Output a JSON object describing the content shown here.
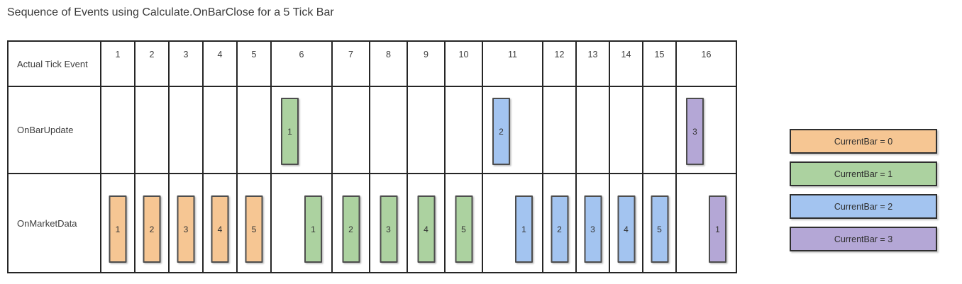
{
  "title": "Sequence of Events using Calculate.OnBarClose for a 5 Tick Bar",
  "colors": {
    "bar0": "#F6C693",
    "bar1": "#ACD2A0",
    "bar2": "#A3C4F0",
    "bar3": "#B4A7D6",
    "cell_border": "#262626",
    "bar_border": "#4d4d4d"
  },
  "table": {
    "row_labels": [
      "Actual Tick Event",
      "OnBarUpdate",
      "OnMarketData"
    ],
    "columns": [
      {
        "tick": "1",
        "wide": false,
        "onBarUpdate": null,
        "onMarketData": {
          "label": "1",
          "color": "bar0"
        }
      },
      {
        "tick": "2",
        "wide": false,
        "onBarUpdate": null,
        "onMarketData": {
          "label": "2",
          "color": "bar0"
        }
      },
      {
        "tick": "3",
        "wide": false,
        "onBarUpdate": null,
        "onMarketData": {
          "label": "3",
          "color": "bar0"
        }
      },
      {
        "tick": "4",
        "wide": false,
        "onBarUpdate": null,
        "onMarketData": {
          "label": "4",
          "color": "bar0"
        }
      },
      {
        "tick": "5",
        "wide": false,
        "onBarUpdate": null,
        "onMarketData": {
          "label": "5",
          "color": "bar0"
        }
      },
      {
        "tick": "6",
        "wide": true,
        "onBarUpdate": {
          "label": "1",
          "color": "bar1"
        },
        "onMarketData": {
          "label": "1",
          "color": "bar1"
        }
      },
      {
        "tick": "7",
        "wide": false,
        "onBarUpdate": null,
        "onMarketData": {
          "label": "2",
          "color": "bar1"
        }
      },
      {
        "tick": "8",
        "wide": false,
        "onBarUpdate": null,
        "onMarketData": {
          "label": "3",
          "color": "bar1"
        }
      },
      {
        "tick": "9",
        "wide": false,
        "onBarUpdate": null,
        "onMarketData": {
          "label": "4",
          "color": "bar1"
        }
      },
      {
        "tick": "10",
        "wide": false,
        "onBarUpdate": null,
        "onMarketData": {
          "label": "5",
          "color": "bar1"
        }
      },
      {
        "tick": "11",
        "wide": true,
        "onBarUpdate": {
          "label": "2",
          "color": "bar2"
        },
        "onMarketData": {
          "label": "1",
          "color": "bar2"
        }
      },
      {
        "tick": "12",
        "wide": false,
        "onBarUpdate": null,
        "onMarketData": {
          "label": "2",
          "color": "bar2"
        }
      },
      {
        "tick": "13",
        "wide": false,
        "onBarUpdate": null,
        "onMarketData": {
          "label": "3",
          "color": "bar2"
        }
      },
      {
        "tick": "14",
        "wide": false,
        "onBarUpdate": null,
        "onMarketData": {
          "label": "4",
          "color": "bar2"
        }
      },
      {
        "tick": "15",
        "wide": false,
        "onBarUpdate": null,
        "onMarketData": {
          "label": "5",
          "color": "bar2"
        }
      },
      {
        "tick": "16",
        "wide": true,
        "onBarUpdate": {
          "label": "3",
          "color": "bar3"
        },
        "onMarketData": {
          "label": "1",
          "color": "bar3"
        }
      }
    ]
  },
  "legend": [
    {
      "label": "CurrentBar = 0",
      "color": "bar0"
    },
    {
      "label": "CurrentBar = 1",
      "color": "bar1"
    },
    {
      "label": "CurrentBar = 2",
      "color": "bar2"
    },
    {
      "label": "CurrentBar = 3",
      "color": "bar3"
    }
  ]
}
